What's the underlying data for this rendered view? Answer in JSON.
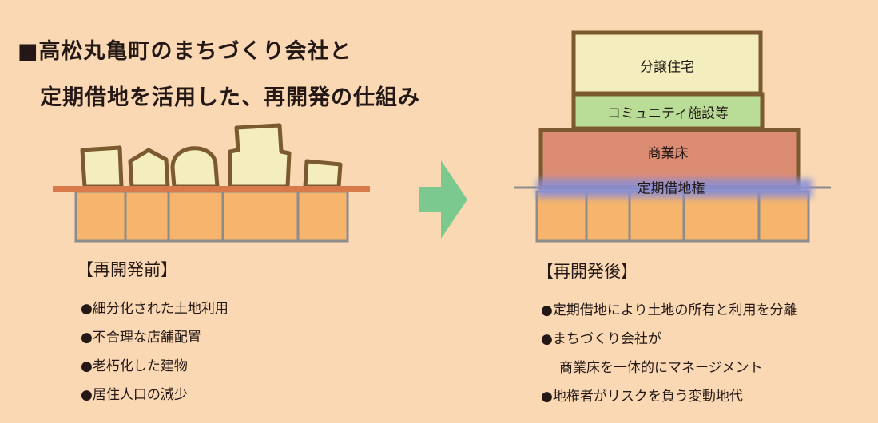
{
  "title": {
    "line1": "■高松丸亀町のまちづくり会社と",
    "line2": "定期借地を活用した、再開発の仕組み"
  },
  "after_building": {
    "floor_top": "分譲住宅",
    "floor_mid": "コミュニティ施設等",
    "floor_bottom": "商業床",
    "land_right": "定期借地権"
  },
  "before": {
    "heading": "【再開発前】",
    "bullets": [
      "●細分化された土地利用",
      "●不合理な店舗配置",
      "●老朽化した建物",
      "●居住人口の減少"
    ]
  },
  "after": {
    "heading": "【再開発後】",
    "bullets": [
      "●定期借地により土地の所有と利用を分離",
      "●まちづくり会社が",
      "商業床を一体的にマネージメント",
      "●地権者がリスクを負う変動地代"
    ]
  },
  "colors": {
    "background": "#fad8b4",
    "building_fill": "#f4eebf",
    "building_stroke": "#7a5a2e",
    "ground": "#d87a4a",
    "lot_fill": "#f6b46c",
    "lot_stroke": "#8c8c8c",
    "community_fill": "#b9dc96",
    "commercial_fill": "#db8c73",
    "lease_glow": "#8a8fd8",
    "arrow": "#7cc98f"
  },
  "icons": {
    "arrow": "right-arrow-icon"
  }
}
